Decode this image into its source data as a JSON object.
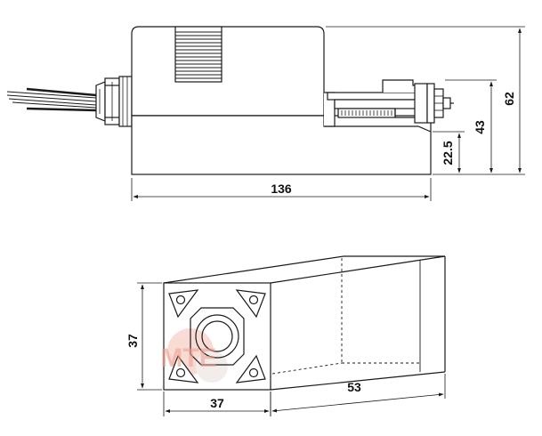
{
  "side_view": {
    "dimensions": {
      "length": "136",
      "height_total": "62",
      "height_bracket": "43",
      "height_base": "22.5"
    }
  },
  "end_view": {
    "dimensions": {
      "width": "37",
      "height": "37",
      "depth": "53"
    }
  },
  "watermark": {
    "text": "MTE",
    "color": "#f0a090"
  },
  "colors": {
    "line": "#1a1a1a",
    "fill": "#ffffff",
    "hatch": "#222222"
  }
}
